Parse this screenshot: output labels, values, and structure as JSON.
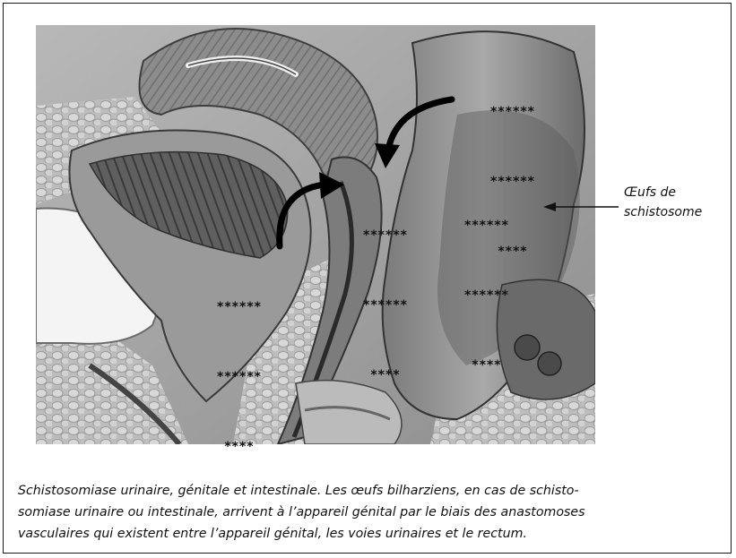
{
  "figure": {
    "egg_clusters": {
      "uterus": [
        "******",
        "******",
        "****"
      ],
      "upper": [
        "******",
        "******",
        "****"
      ],
      "vagina": [
        "******",
        "******",
        "****"
      ],
      "rectum": [
        "******",
        "******",
        "****"
      ]
    },
    "label_line1": "Œufs de",
    "label_line2": "schistosome"
  },
  "caption": {
    "line1": "Schistosomiase urinaire, génitale et intestinale. Les œufs bilharziens, en cas de schisto-",
    "line2": "somiase urinaire ou intestinale, arrivent à l’appareil génital par le biais des anastomoses",
    "line3": "vasculaires qui existent entre l’appareil génital, les voies urinaires et le rectum."
  }
}
